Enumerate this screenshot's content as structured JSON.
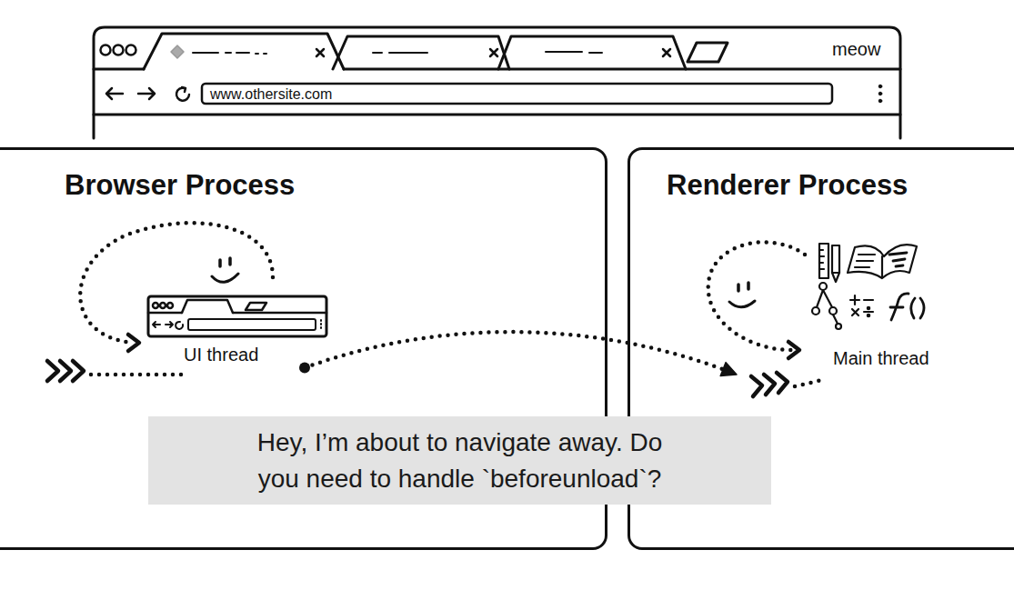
{
  "diagram": {
    "nodes": [
      {
        "text": [
          "meow",
          "www.othersite.com"
        ]
      },
      {
        "text": [
          "Browser Process"
        ]
      },
      {
        "text": [
          "UI thread"
        ],
        "in": 1
      },
      {
        "text": [
          "Renderer Process"
        ]
      },
      {
        "text": [
          "Main thread"
        ],
        "in": 3
      },
      {
        "text": [
          "Hey, I’m about to navigate away. Do you need to handle `beforeunload`?"
        ]
      }
    ],
    "edges": [
      {
        "from": 2,
        "to": 4,
        "arrow": "to"
      }
    ]
  }
}
